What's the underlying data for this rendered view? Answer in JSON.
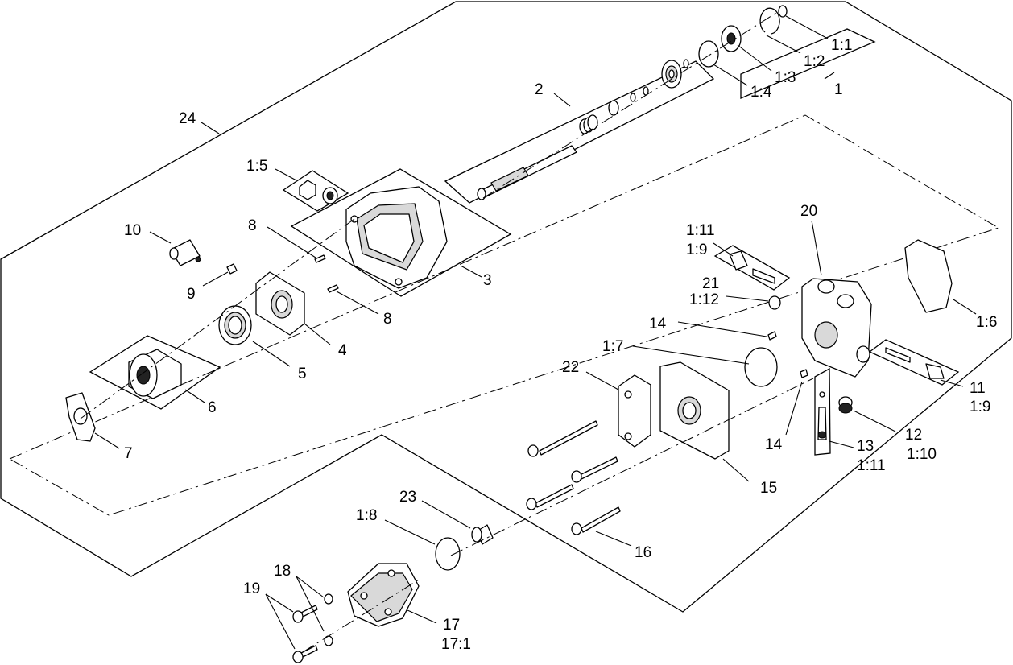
{
  "callouts": [
    {
      "id": "1-1",
      "text": "1:1"
    },
    {
      "id": "1-2",
      "text": "1:2"
    },
    {
      "id": "1-3",
      "text": "1:3"
    },
    {
      "id": "1-4",
      "text": "1:4"
    },
    {
      "id": "1",
      "text": "1"
    },
    {
      "id": "2",
      "text": "2"
    },
    {
      "id": "24",
      "text": "24"
    },
    {
      "id": "1-5",
      "text": "1:5"
    },
    {
      "id": "10",
      "text": "10"
    },
    {
      "id": "8a",
      "text": "8"
    },
    {
      "id": "9",
      "text": "9"
    },
    {
      "id": "3",
      "text": "3"
    },
    {
      "id": "8b",
      "text": "8"
    },
    {
      "id": "4",
      "text": "4"
    },
    {
      "id": "5",
      "text": "5"
    },
    {
      "id": "6",
      "text": "6"
    },
    {
      "id": "7",
      "text": "7"
    },
    {
      "id": "20",
      "text": "20"
    },
    {
      "id": "1-11a",
      "text": "1:11"
    },
    {
      "id": "1-9a",
      "text": "1:9"
    },
    {
      "id": "21",
      "text": "21"
    },
    {
      "id": "1-12",
      "text": "1:12"
    },
    {
      "id": "1-6",
      "text": "1:6"
    },
    {
      "id": "14a",
      "text": "14"
    },
    {
      "id": "1-7",
      "text": "1:7"
    },
    {
      "id": "22",
      "text": "22"
    },
    {
      "id": "11",
      "text": "11"
    },
    {
      "id": "1-9b",
      "text": "1:9"
    },
    {
      "id": "14b",
      "text": "14"
    },
    {
      "id": "12",
      "text": "12"
    },
    {
      "id": "1-10",
      "text": "1:10"
    },
    {
      "id": "13",
      "text": "13"
    },
    {
      "id": "1-11b",
      "text": "1:11"
    },
    {
      "id": "15",
      "text": "15"
    },
    {
      "id": "23",
      "text": "23"
    },
    {
      "id": "1-8",
      "text": "1:8"
    },
    {
      "id": "16",
      "text": "16"
    },
    {
      "id": "18",
      "text": "18"
    },
    {
      "id": "19",
      "text": "19"
    },
    {
      "id": "17",
      "text": "17"
    },
    {
      "id": "17-1",
      "text": "17:1"
    }
  ]
}
